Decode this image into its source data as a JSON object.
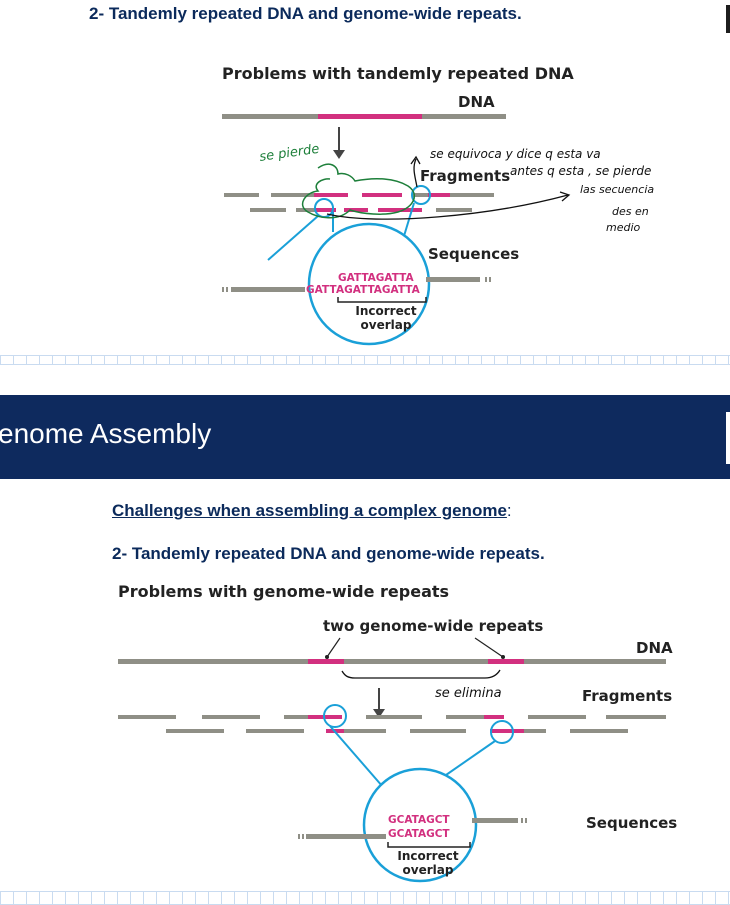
{
  "top": {
    "heading": "2- Tandemly repeated DNA and genome-wide repeats.",
    "figure_title": "Problems with tandemly repeated DNA",
    "labels": {
      "dna": "DNA",
      "fragments": "Fragments",
      "sequences": "Sequences",
      "seq1": "GATTAGATTA",
      "seq2_left": "GATT",
      "seq2_right": "AGATTAGATTA",
      "incorrect": "Incorrect",
      "overlap": "overlap"
    },
    "handwritten": {
      "se_pierde": "se pierde",
      "note_line1": "se equivoca y dice q esta va",
      "note_line2": "antes q esta , se pierde",
      "note_line3": "las secuencia",
      "note_line4": "des en",
      "note_line5": "medio"
    }
  },
  "banner": {
    "title": "enome Assembly"
  },
  "bottom": {
    "challenges": "Challenges when assembling a complex genome",
    "challenges_colon": ":",
    "heading": "2- Tandemly repeated DNA and genome-wide repeats.",
    "figure_title": "Problems with genome-wide repeats",
    "labels": {
      "two_repeats": "two genome-wide repeats",
      "dna": "DNA",
      "fragments": "Fragments",
      "sequences": "Sequences",
      "seq1": "GCATAGCT",
      "seq2": "GCATAGCT",
      "incorrect": "Incorrect",
      "overlap": "overlap"
    },
    "handwritten": {
      "se_elimina": "se elimina"
    }
  },
  "colors": {
    "navy": "#0e2a5e",
    "pink": "#d2307f",
    "gray_bar": "#8f8f86",
    "circle": "#1aa0d8",
    "ink_green": "#1d7f3a"
  }
}
